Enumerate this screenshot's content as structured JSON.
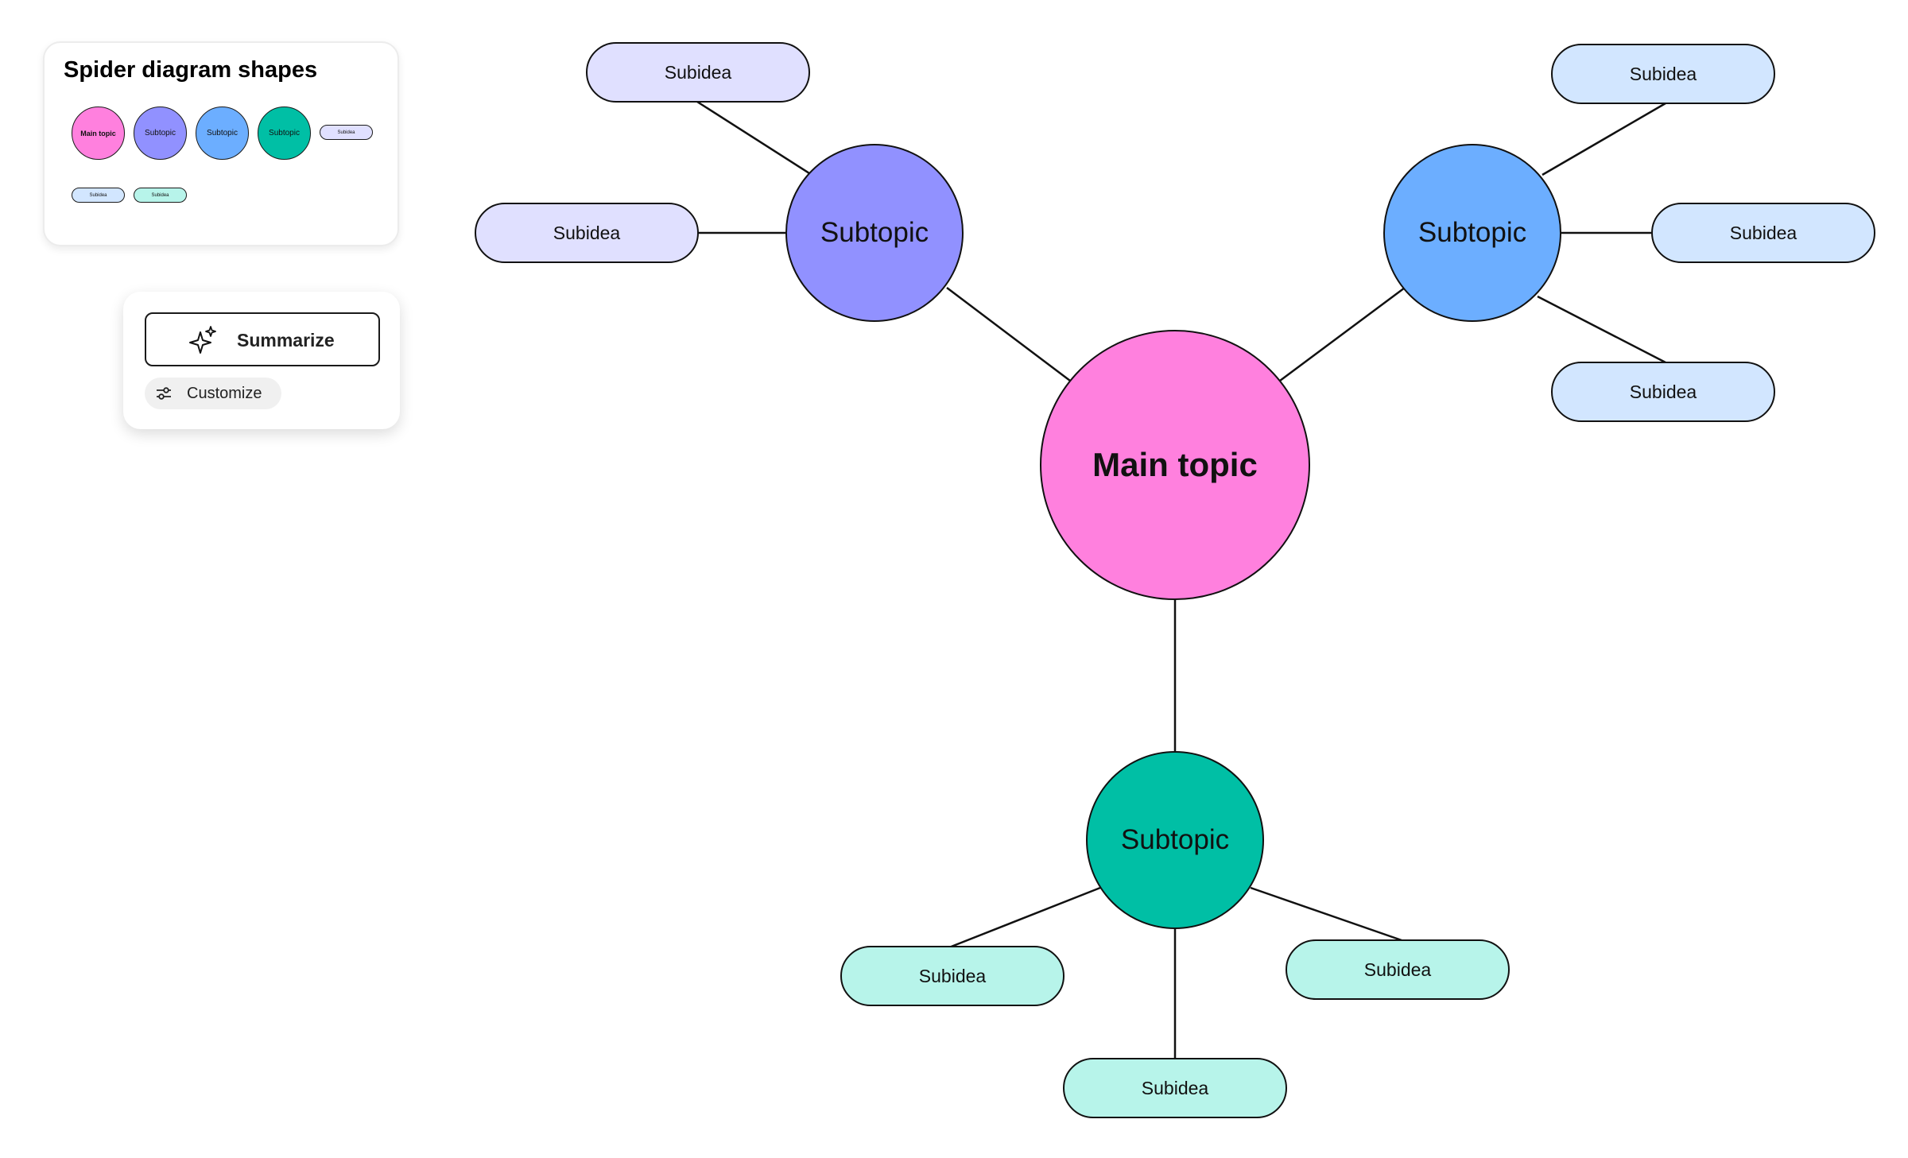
{
  "legend": {
    "title": "Spider diagram shapes",
    "main_label": "Main topic",
    "subtopic_label": "Subtopic",
    "subidea_label": "Subidea"
  },
  "ai_panel": {
    "summarize_label": "Summarize",
    "customize_label": "Customize"
  },
  "diagram": {
    "main_topic": "Main topic",
    "subtopic_left": "Subtopic",
    "subtopic_right": "Subtopic",
    "subtopic_bottom": "Subtopic",
    "subidea": "Subidea"
  },
  "colors": {
    "main": "#ff80de",
    "subtopic_purple": "#9191ff",
    "subtopic_blue": "#6caeff",
    "subtopic_teal": "#00bfa5",
    "subidea_purple": "#e0e0ff",
    "subidea_blue": "#d2e6ff",
    "subidea_teal": "#b7f4ea",
    "outline": "#111111"
  },
  "icons": {
    "summarize": "sparkle-icon",
    "customize": "sliders-icon"
  }
}
